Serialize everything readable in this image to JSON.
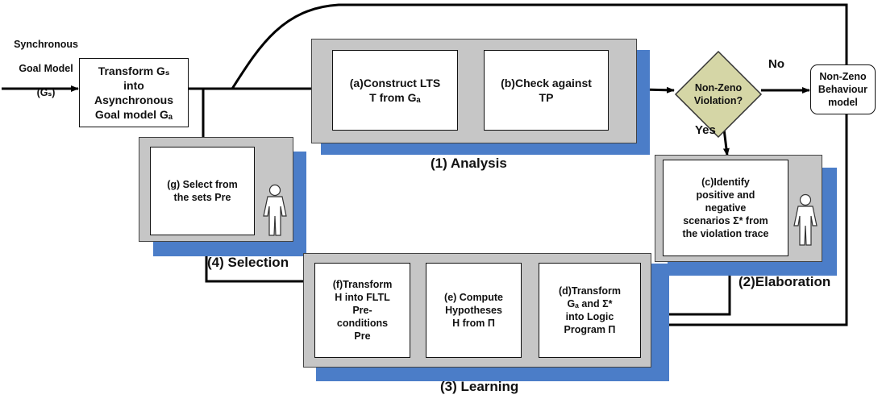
{
  "input": {
    "line1": "Synchronous",
    "line2": "Goal Model",
    "line3": "(Gₛ)"
  },
  "boxes": {
    "transform_gs": "Transform Gₛ\ninto\nAsynchronous\nGoal model Gₐ",
    "construct_lts": "(a)Construct LTS\nT  from Gₐ",
    "check_against": "(b)Check  against\nTP",
    "non_zeno_model": "Non-Zeno\nBehaviour\nmodel",
    "identify": "(c)Identify\npositive and\nnegative\nscenarios Σ* from\nthe violation trace",
    "select": "(g) Select from\nthe sets Pre",
    "transform_h": "(f)Transform\nH into FLTL\nPre-\nconditions\nPre",
    "compute": "(e) Compute\nHypotheses\nH from  Π",
    "transform_ga": "(d)Transform\nGₐ and  Σ*\ninto Logic\nProgram  Π"
  },
  "decision": {
    "text": "Non-Zeno\nViolation?",
    "no_label": "No",
    "yes_label": "Yes"
  },
  "phases": {
    "analysis": "(1) Analysis",
    "elaboration": "(2)Elaboration",
    "learning": "(3) Learning",
    "selection": "(4) Selection"
  },
  "colors": {
    "panel": "#c6c6c6",
    "shadow": "#4b7dc8",
    "diamond": "#d5d6a6",
    "line": "#000000"
  }
}
